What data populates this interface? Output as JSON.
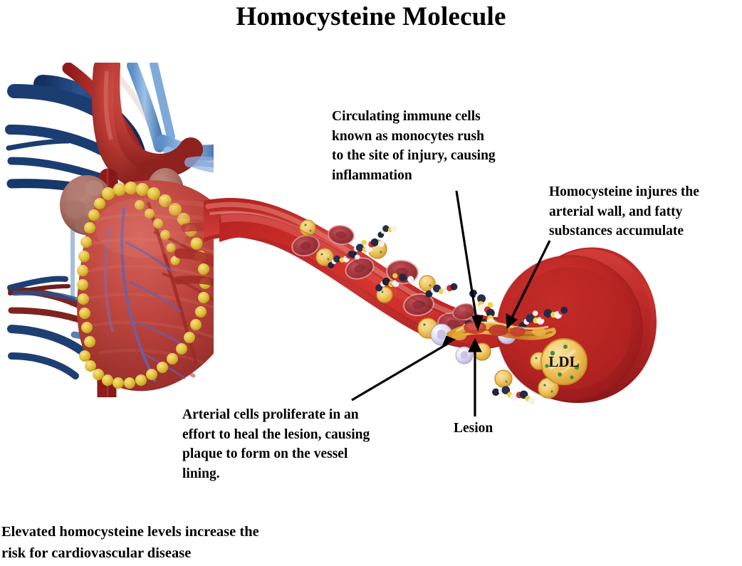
{
  "figure": {
    "title": "Homocysteine Molecule",
    "caption_line1": "Elevated homocysteine levels increase the",
    "caption_line2": "risk for cardiovascular disease"
  },
  "annotations": {
    "monocytes": {
      "line1": "Circulating immune cells",
      "line2": "known as monocytes rush",
      "line3": "to the site of injury, causing",
      "line4": "inflammation"
    },
    "homocysteine_injury": {
      "line1": "Homocysteine injures the",
      "line2": "arterial wall, and fatty",
      "line3": "substances accumulate"
    },
    "plaque": {
      "line1": "Arterial cells proliferate in an",
      "line2": "effort to heal the lesion, causing",
      "line3": "plaque to form on the vessel",
      "line4": "lining."
    },
    "lesion_label": "Lesion"
  },
  "illustration": {
    "ldl_label": "LDL",
    "parts": [
      "heart",
      "aorta",
      "superior-vena-cava",
      "pulmonary-artery",
      "coronary-arteries",
      "epicardial-fat",
      "artery-cross-section",
      "red-blood-cells",
      "ldl-particles",
      "homocysteine-molecules",
      "monocytes",
      "atherosclerotic-lesion"
    ]
  },
  "colors": {
    "artery_red": "#c1262b",
    "artery_wall_dark": "#9e1b20",
    "artery_wall_mid": "#b7252a",
    "lumen_red": "#cf2a2c",
    "lumen_deep": "#a81c22",
    "vein_blue": "#1c3f7a",
    "vein_blue_light": "#6f9ed6",
    "heart_muscle": "#c03a35",
    "fat_yellow": "#e8c53c",
    "ldl_gold": "#f0c25a",
    "ldl_green_fleck": "#3f8f3f",
    "rbc_red": "#a8333a",
    "monocyte_lavender": "#d9d4ee",
    "lesion_orange": "#e5a12a",
    "arrow_black": "#000000",
    "text_black": "#000000",
    "background": "#ffffff"
  }
}
